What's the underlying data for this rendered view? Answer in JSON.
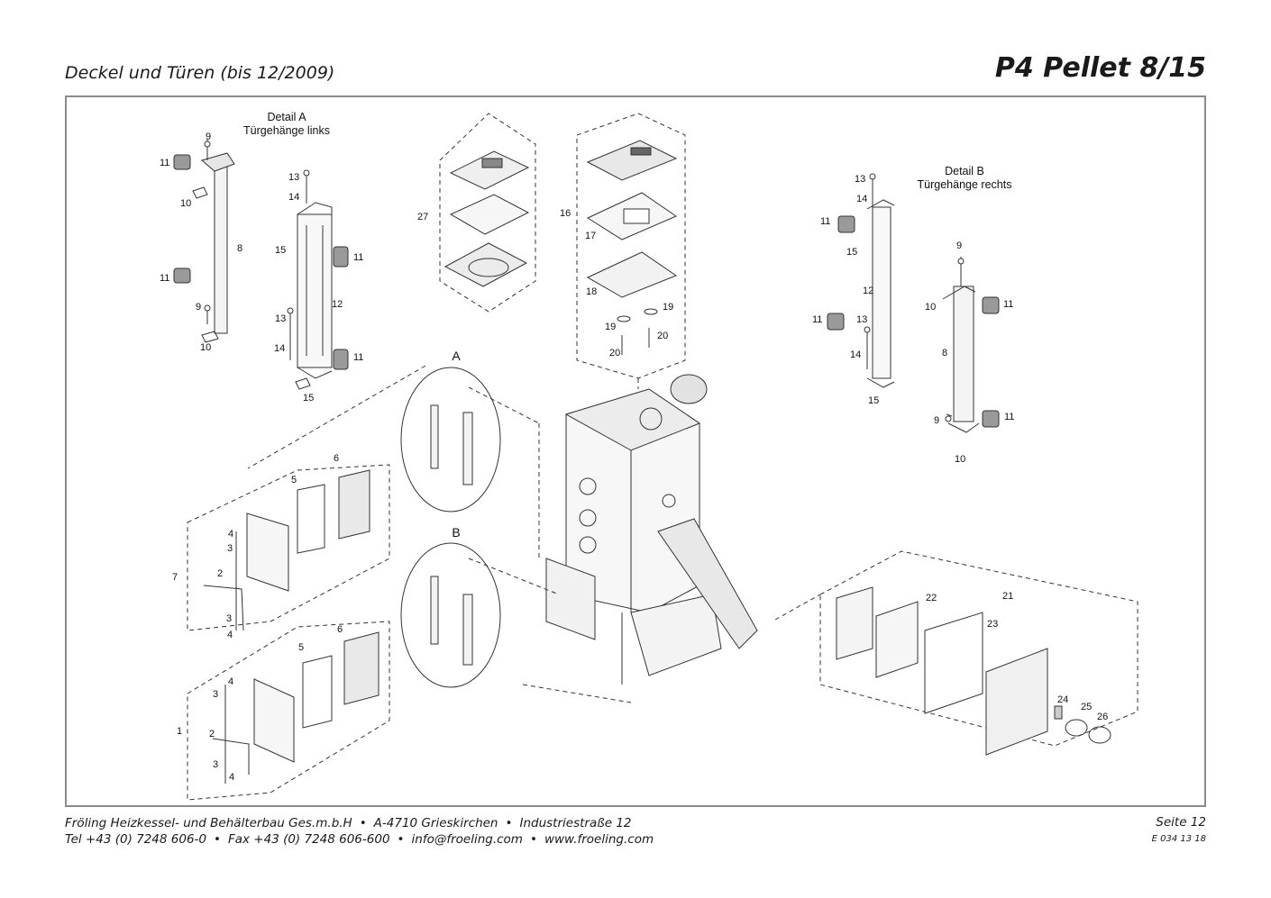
{
  "header": {
    "title_left": "Deckel und Türen (bis 12/2009)",
    "title_right": "P4 Pellet 8/15"
  },
  "details": {
    "a_title": "Detail A",
    "a_sub": "Türgehänge links",
    "b_title": "Detail B",
    "b_sub": "Türgehänge rechts",
    "circle_a": "A",
    "circle_b": "B"
  },
  "footer": {
    "line1": [
      "Fröling Heizkessel- und Behälterbau Ges.m.b.H",
      "A-4710 Grieskirchen",
      "Industriestraße 12"
    ],
    "line2": [
      "Tel +43 (0) 7248 606-0",
      "Fax +43 (0) 7248 606-600",
      "info@froeling.com",
      "www.froeling.com"
    ],
    "separator": "•",
    "page": "Seite 12",
    "doc_number": "E 034 13 18"
  },
  "part_numbers": [
    "9",
    "11",
    "10",
    "8",
    "11",
    "9",
    "10",
    "13",
    "14",
    "15",
    "11",
    "12",
    "13",
    "14",
    "11",
    "15",
    "27",
    "16",
    "17",
    "18",
    "19",
    "19",
    "20",
    "20",
    "13",
    "14",
    "11",
    "15",
    "12",
    "11",
    "13",
    "14",
    "15",
    "9",
    "10",
    "11",
    "8",
    "9",
    "11",
    "10",
    "6",
    "5",
    "4",
    "3",
    "7",
    "2",
    "3",
    "4",
    "6",
    "5",
    "4",
    "3",
    "1",
    "2",
    "3",
    "4",
    "21",
    "22",
    "23",
    "24",
    "25",
    "26"
  ]
}
